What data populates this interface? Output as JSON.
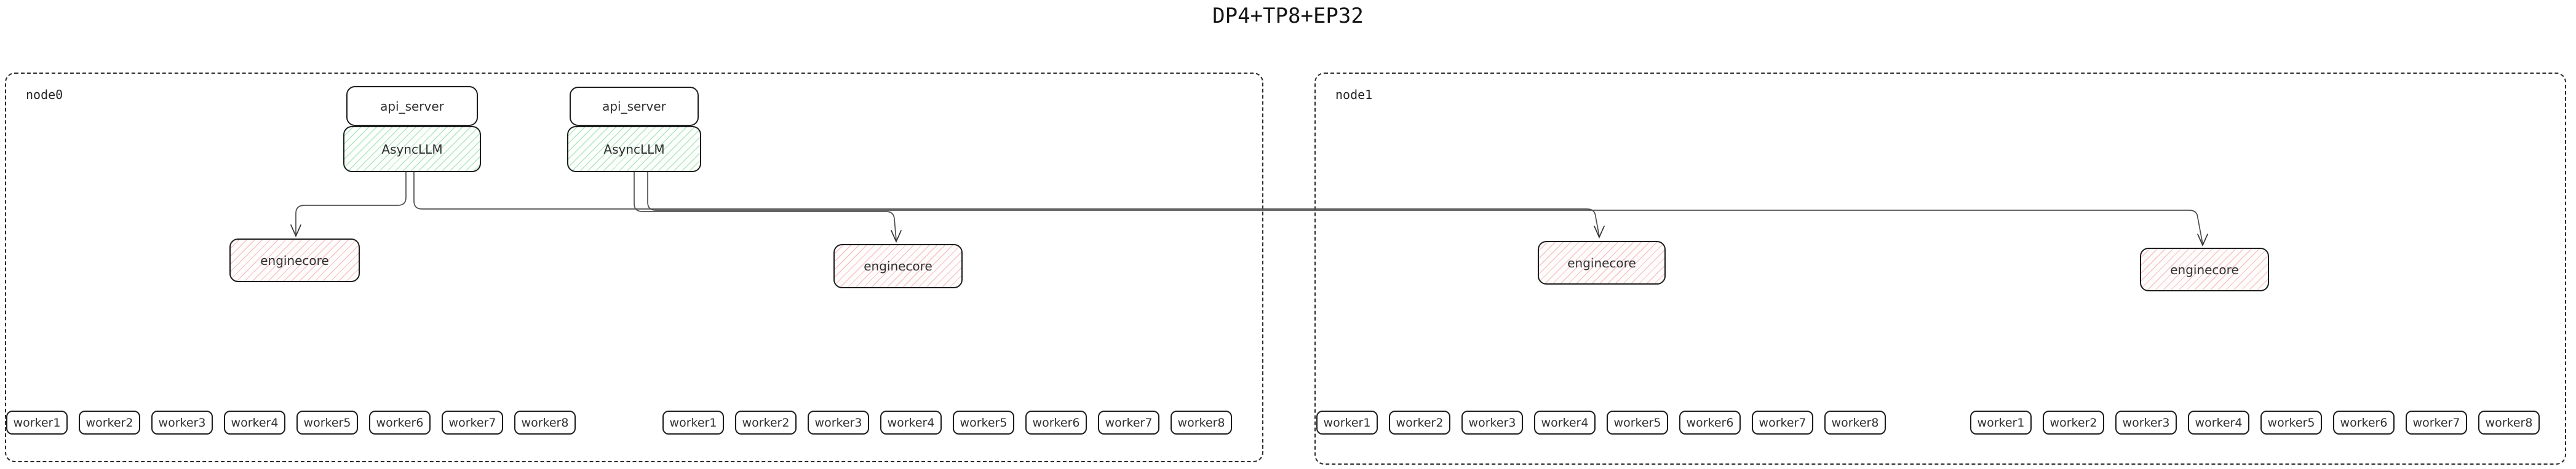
{
  "diagram": {
    "title": "DP4+TP8+EP32",
    "colors": {
      "box_border": "#1d1d1d",
      "edge": "#4f4f4f",
      "green_hatch": "#69cd82",
      "pink_hatch": "#eb7d7d",
      "text": "#2f2f2f"
    },
    "node0": {
      "label": "node0",
      "api_server_1": {
        "label": "api_server"
      },
      "asyncllm_1": {
        "label": "AsyncLLM"
      },
      "api_server_2": {
        "label": "api_server"
      },
      "asyncllm_2": {
        "label": "AsyncLLM"
      },
      "enginecore_1": {
        "label": "enginecore"
      },
      "enginecore_2": {
        "label": "enginecore"
      },
      "worker_group_1": [
        "worker1",
        "worker2",
        "worker3",
        "worker4",
        "worker5",
        "worker6",
        "worker7",
        "worker8"
      ],
      "worker_group_2": [
        "worker1",
        "worker2",
        "worker3",
        "worker4",
        "worker5",
        "worker6",
        "worker7",
        "worker8"
      ]
    },
    "node1": {
      "label": "node1",
      "enginecore_1": {
        "label": "enginecore"
      },
      "enginecore_2": {
        "label": "enginecore"
      },
      "worker_group_1": [
        "worker1",
        "worker2",
        "worker3",
        "worker4",
        "worker5",
        "worker6",
        "worker7",
        "worker8"
      ],
      "worker_group_2": [
        "worker1",
        "worker2",
        "worker3",
        "worker4",
        "worker5",
        "worker6",
        "worker7",
        "worker8"
      ]
    }
  }
}
